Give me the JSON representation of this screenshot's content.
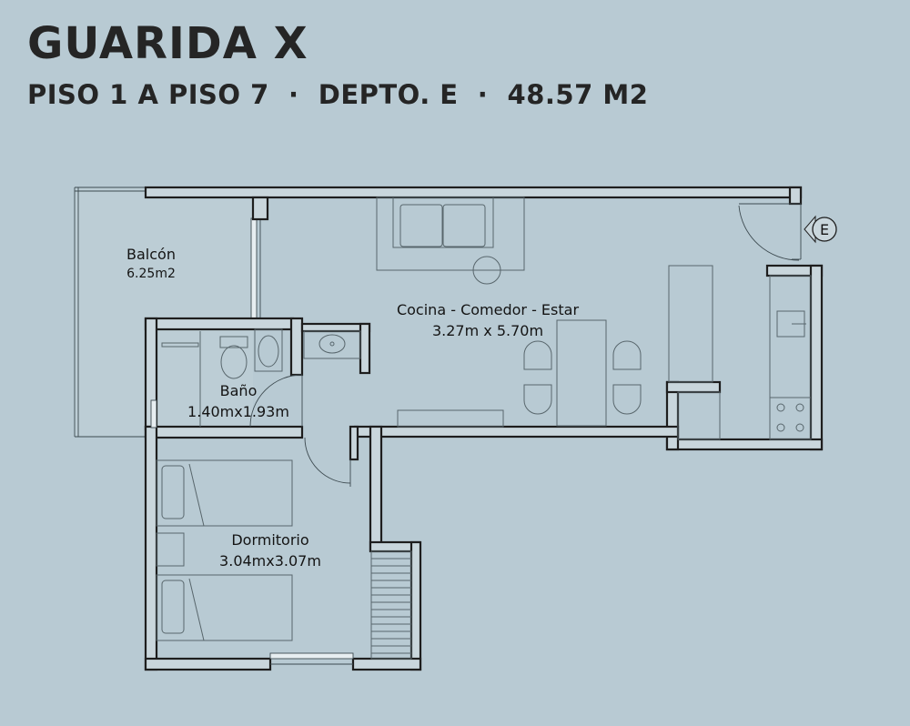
{
  "header": {
    "title": "GUARIDA X",
    "subtitle": "PISO 1 A PISO 7  ·  DEPTO. E  ·  48.57 M2"
  },
  "rooms": {
    "balcon": {
      "name": "Balcón",
      "size": "6.25m2"
    },
    "estar": {
      "name": "Cocina - Comedor - Estar",
      "size": "3.27m x 5.70m"
    },
    "bano": {
      "name": "Baño",
      "size": "1.40mx1.93m"
    },
    "dormitorio": {
      "name": "Dormitorio",
      "size": "3.04mx3.07m"
    }
  },
  "entry": {
    "label": "E"
  },
  "colors": {
    "background": "#b8cad3",
    "wall": "#c9d6dc",
    "line": "#1e1e1e"
  }
}
